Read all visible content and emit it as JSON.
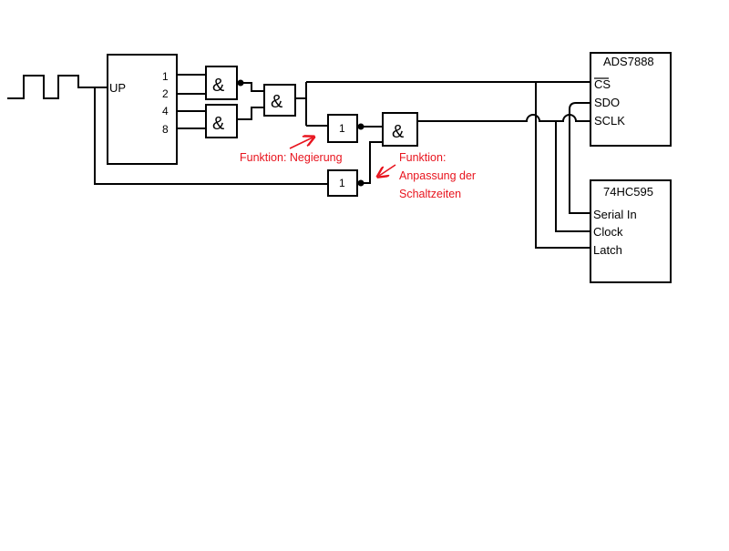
{
  "counter": {
    "input_label": "UP",
    "outputs": [
      "1",
      "2",
      "4",
      "8"
    ]
  },
  "gates": {
    "and_symbol": "&",
    "not_symbol": "1"
  },
  "adc": {
    "title": "ADS7888",
    "pins": [
      "CS",
      "SDO",
      "SCLK"
    ]
  },
  "shift_register": {
    "title": "74HC595",
    "pins": [
      "Serial In",
      "Clock",
      "Latch"
    ]
  },
  "annotations": {
    "negation": "Funktion: Negierung",
    "timing": [
      "Funktion:",
      "Anpassung der",
      "Schaltzeiten"
    ]
  },
  "colors": {
    "wire": "#000000",
    "annotation": "#e8141e"
  }
}
